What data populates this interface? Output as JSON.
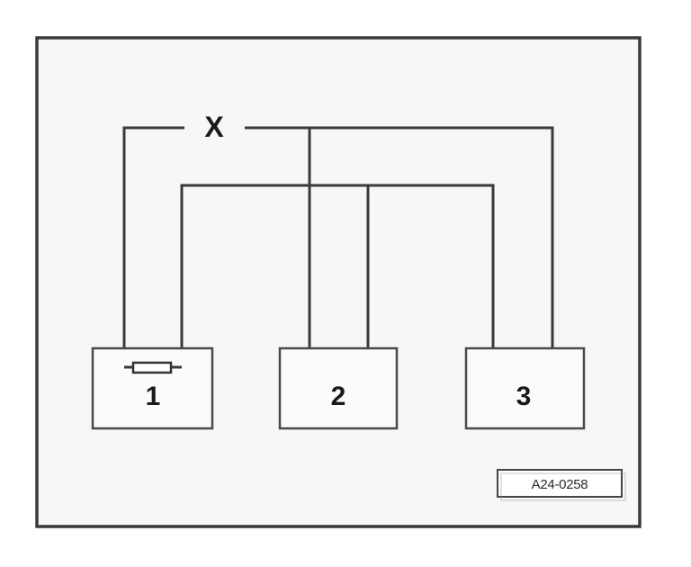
{
  "diagram": {
    "junction_label": "X",
    "components": [
      {
        "label": "1"
      },
      {
        "label": "2"
      },
      {
        "label": "3"
      }
    ],
    "reference_code": "A24-0258"
  }
}
